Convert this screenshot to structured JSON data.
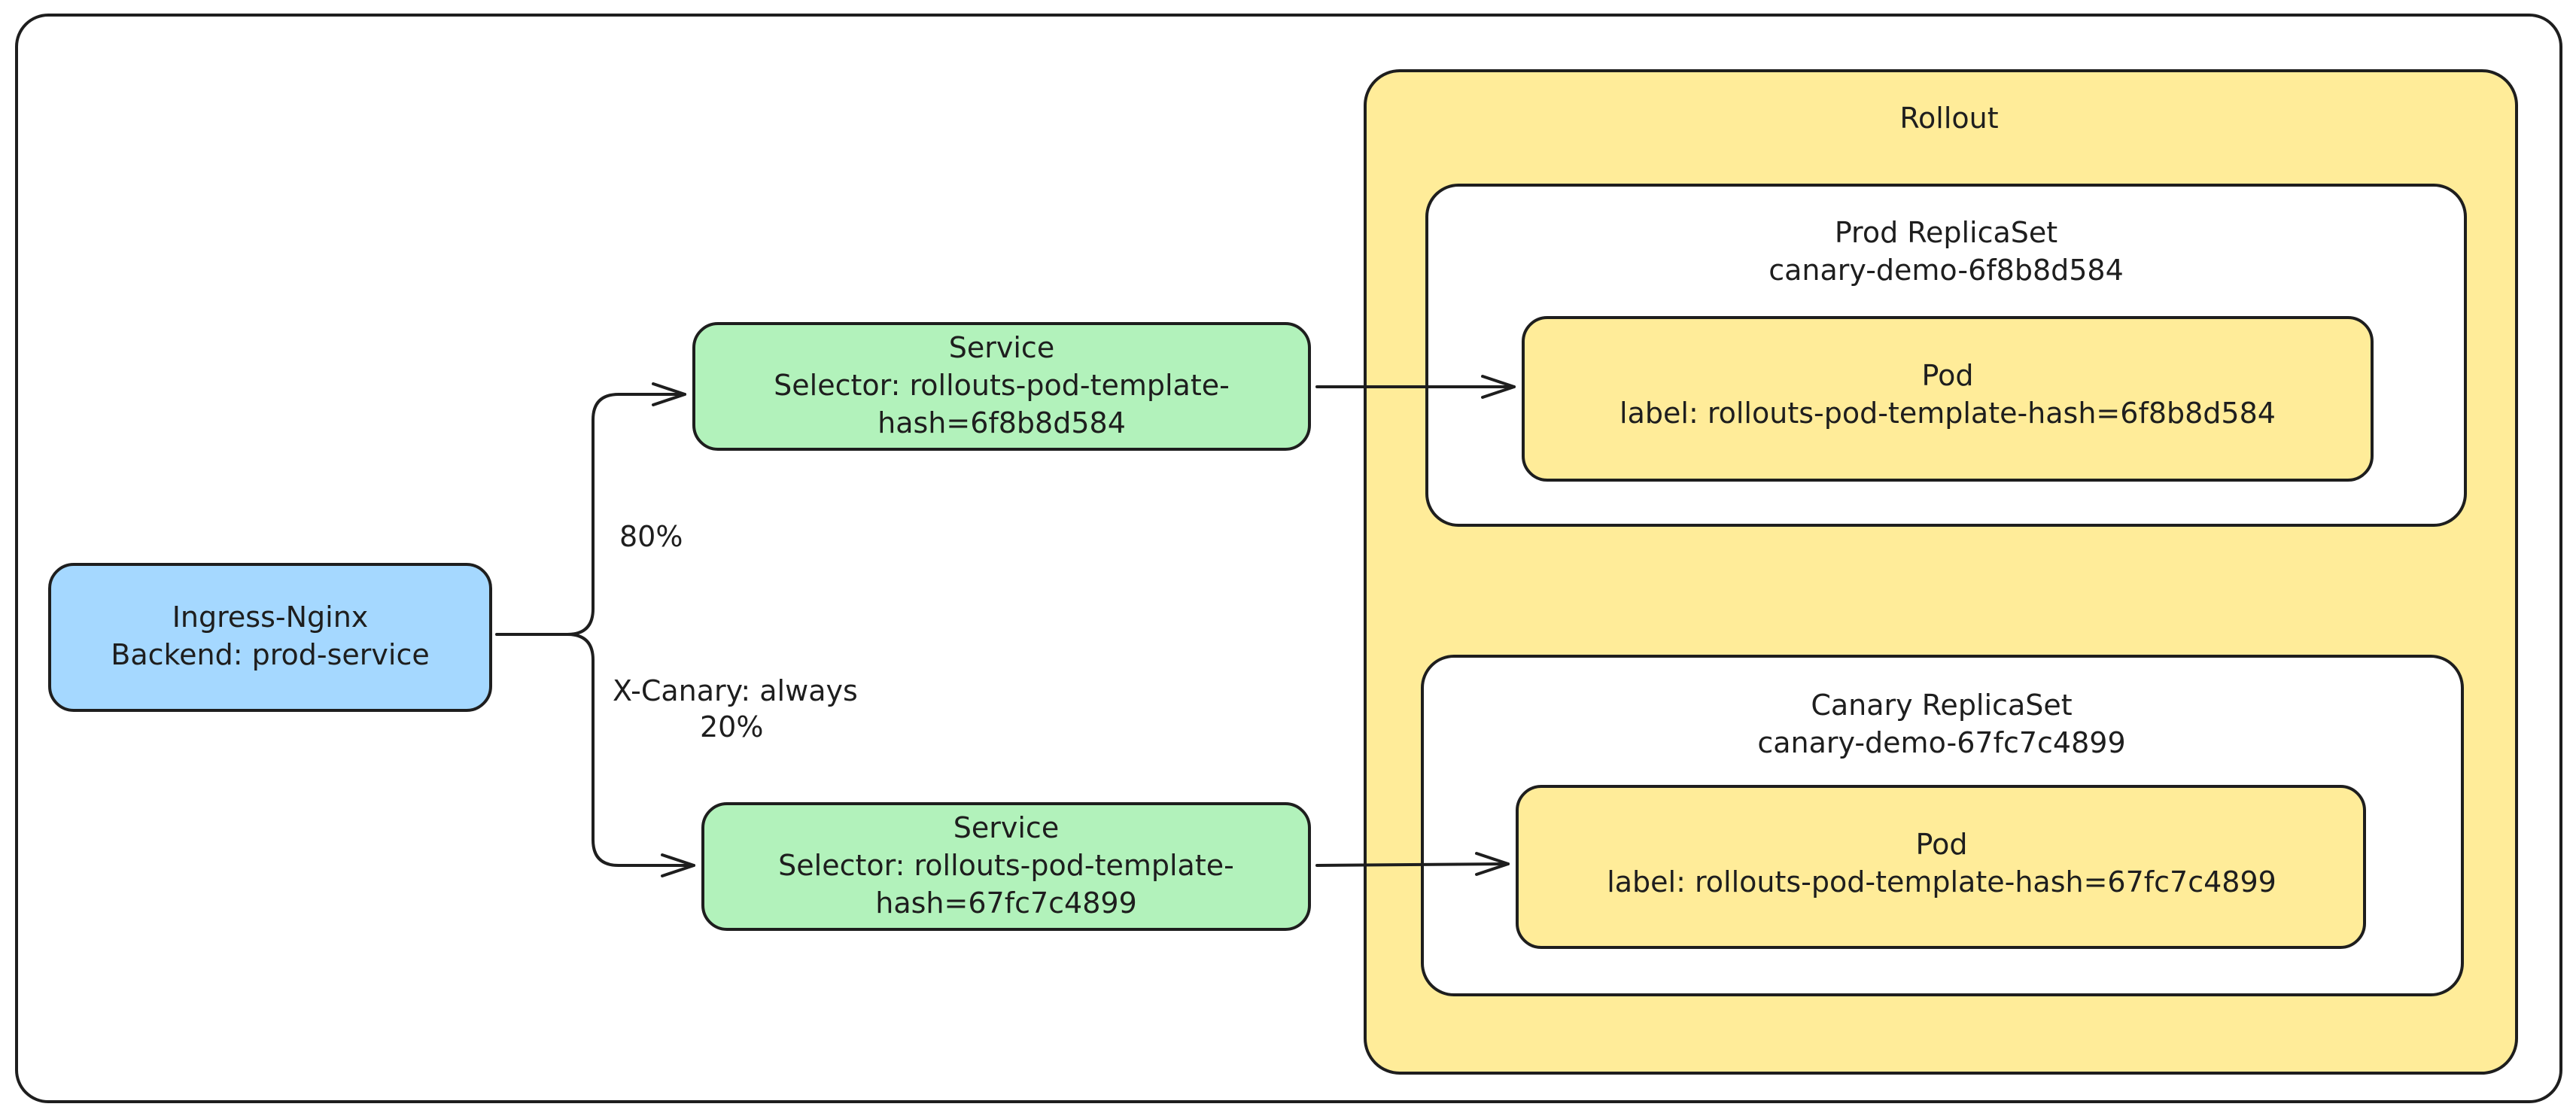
{
  "nodes": {
    "rollout": {
      "title": "Rollout"
    },
    "prod_replicaset": {
      "title": "Prod ReplicaSet",
      "name": "canary-demo-6f8b8d584"
    },
    "prod_pod": {
      "title": "Pod",
      "label": "label: rollouts-pod-template-hash=6f8b8d584"
    },
    "canary_replicaset": {
      "title": "Canary ReplicaSet",
      "name": "canary-demo-67fc7c4899"
    },
    "canary_pod": {
      "title": "Pod",
      "label": "label: rollouts-pod-template-hash=67fc7c4899"
    },
    "prod_service": {
      "title": "Service",
      "line1": "Selector: rollouts-pod-template-",
      "line2": "hash=6f8b8d584"
    },
    "canary_service": {
      "title": "Service",
      "line1": "Selector: rollouts-pod-template-",
      "line2": "hash=67fc7c4899"
    },
    "ingress": {
      "line1": "Ingress-Nginx",
      "line2": "Backend: prod-service"
    }
  },
  "edges": {
    "to_prod_service": {
      "label": "80%"
    },
    "to_canary_service": {
      "header": "X-Canary: always",
      "label": "20%"
    }
  },
  "colors": {
    "stroke": "#1e1e1e",
    "ingress_fill": "#a5d8ff",
    "service_fill": "#b2f2bb",
    "rollout_fill": "#ffec99",
    "pod_fill": "#ffec99",
    "replicaset_fill": "#ffffff"
  }
}
